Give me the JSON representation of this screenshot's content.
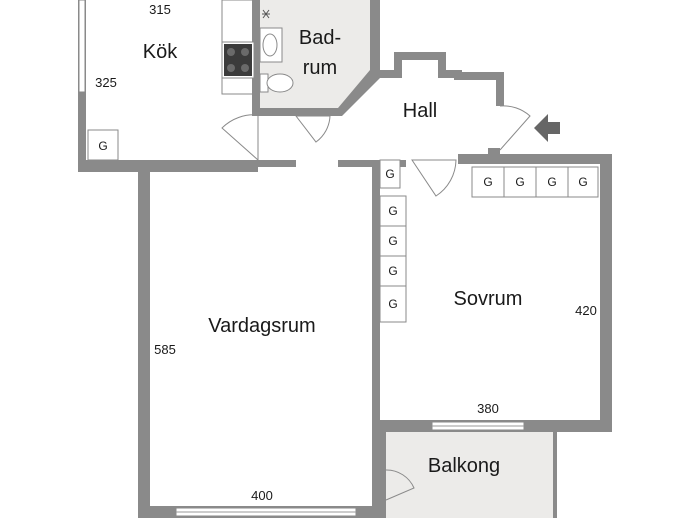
{
  "rooms": {
    "kok": "Kök",
    "bad_line1": "Bad-",
    "bad_line2": "rum",
    "hall": "Hall",
    "vardagsrum": "Vardagsrum",
    "sovrum": "Sovrum",
    "balkong": "Balkong"
  },
  "dimensions": {
    "kok_width": "315",
    "kok_depth": "325",
    "vardagsrum_depth": "585",
    "vardagsrum_width": "400",
    "sovrum_depth": "420",
    "sovrum_width": "380"
  },
  "wardrobes": {
    "label": "G",
    "kok_count": 1,
    "hall_count": 1,
    "sovrum_left_count": 4,
    "sovrum_top_count": 4
  },
  "colors": {
    "wall": "#8a8a8a",
    "bathroom_floor": "#ecebe9",
    "balcony_floor": "#ecebe9"
  },
  "icons": {
    "entrance": "entrance-arrow-icon"
  }
}
